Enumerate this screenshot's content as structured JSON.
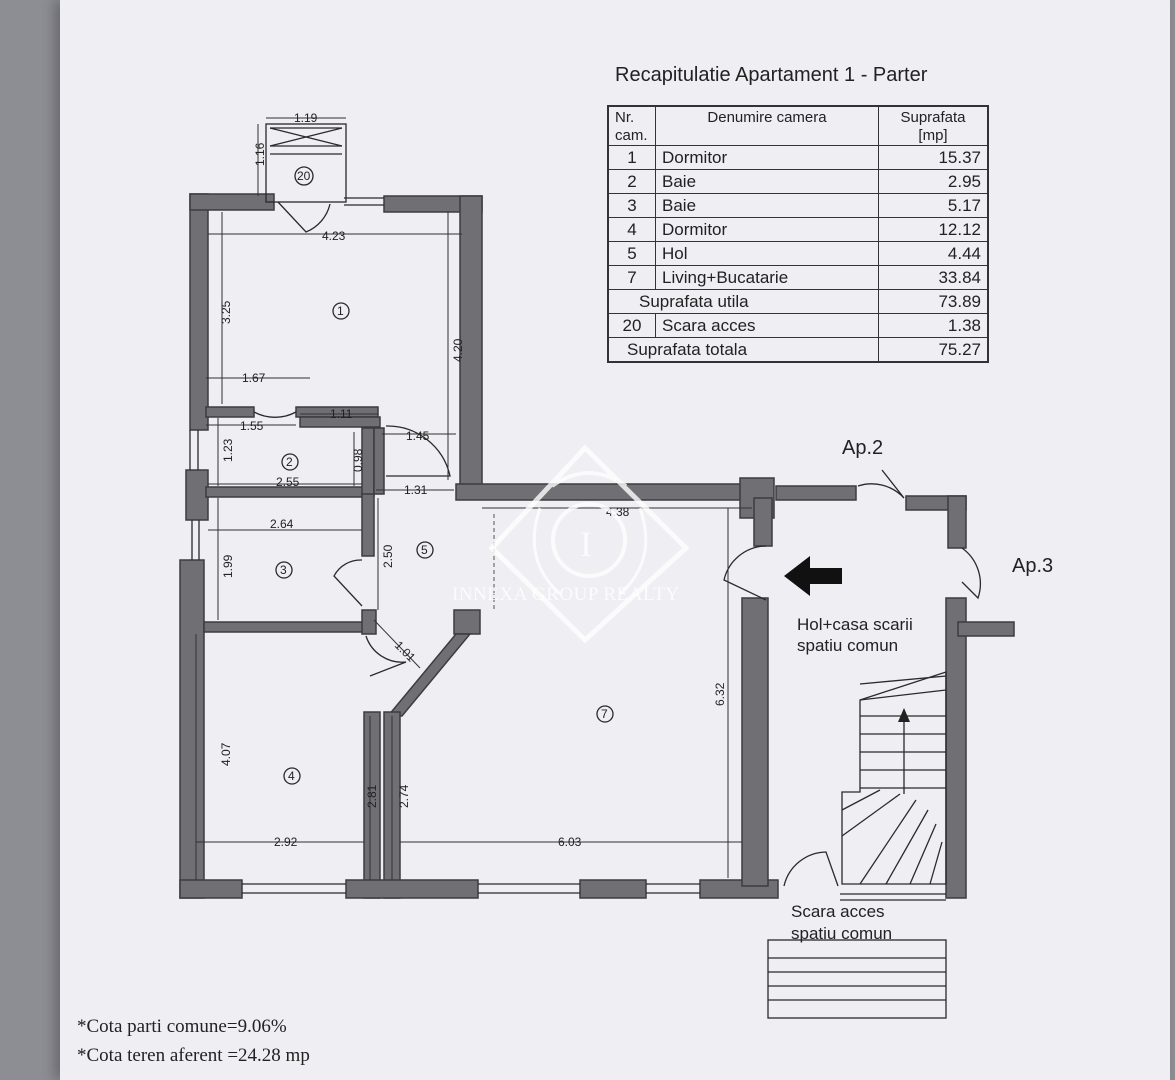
{
  "title": "Recapitulatie Apartament 1 - Parter",
  "table": {
    "headers": [
      "Nr. cam.",
      "Denumire camera",
      "Suprafata [mp]"
    ],
    "rows": [
      {
        "nr": "1",
        "name": "Dormitor",
        "area": "15.37"
      },
      {
        "nr": "2",
        "name": "Baie",
        "area": "2.95"
      },
      {
        "nr": "3",
        "name": "Baie",
        "area": "5.17"
      },
      {
        "nr": "4",
        "name": "Dormitor",
        "area": "12.12"
      },
      {
        "nr": "5",
        "name": "Hol",
        "area": "4.44"
      },
      {
        "nr": "7",
        "name": "Living+Bucatarie",
        "area": "33.84"
      }
    ],
    "util": {
      "label": "Suprafata utila",
      "area": "73.89"
    },
    "extra": {
      "nr": "20",
      "name": "Scara acces",
      "area": "1.38"
    },
    "total": {
      "label": "Suprafata totala",
      "area": "75.27"
    }
  },
  "rooms": [
    "20",
    "1",
    "2",
    "3",
    "5",
    "7",
    "4"
  ],
  "dimensions": {
    "d119": "1.19",
    "d116": "1.16",
    "d423": "4.23",
    "d325": "3.25",
    "d420": "4.20",
    "d167": "1.67",
    "d155": "1.55",
    "d111": "1.11",
    "d145": "1.45",
    "d123": "1.23",
    "d098": "0.98",
    "d255": "2.55",
    "d131": "1.31",
    "d264": "2.64",
    "d199": "1.99",
    "d250": "2.50",
    "d438": "4.38",
    "d101": "1.01",
    "d632": "6.32",
    "d407": "4.07",
    "d281": "2.81",
    "d274": "2.74",
    "d292": "2.92",
    "d603": "6.03"
  },
  "labels": {
    "ap2": "Ap.2",
    "ap3": "Ap.3",
    "hol1": "Hol+casa scarii",
    "hol2": "spatiu comun",
    "scara1": "Scara acces",
    "scara2": "spatiu comun"
  },
  "footer": {
    "line1": "*Cota parti comune=9.06%",
    "line2": "*Cota teren aferent =24.28 mp"
  },
  "watermark": "INNEXA GROUP REALTY"
}
